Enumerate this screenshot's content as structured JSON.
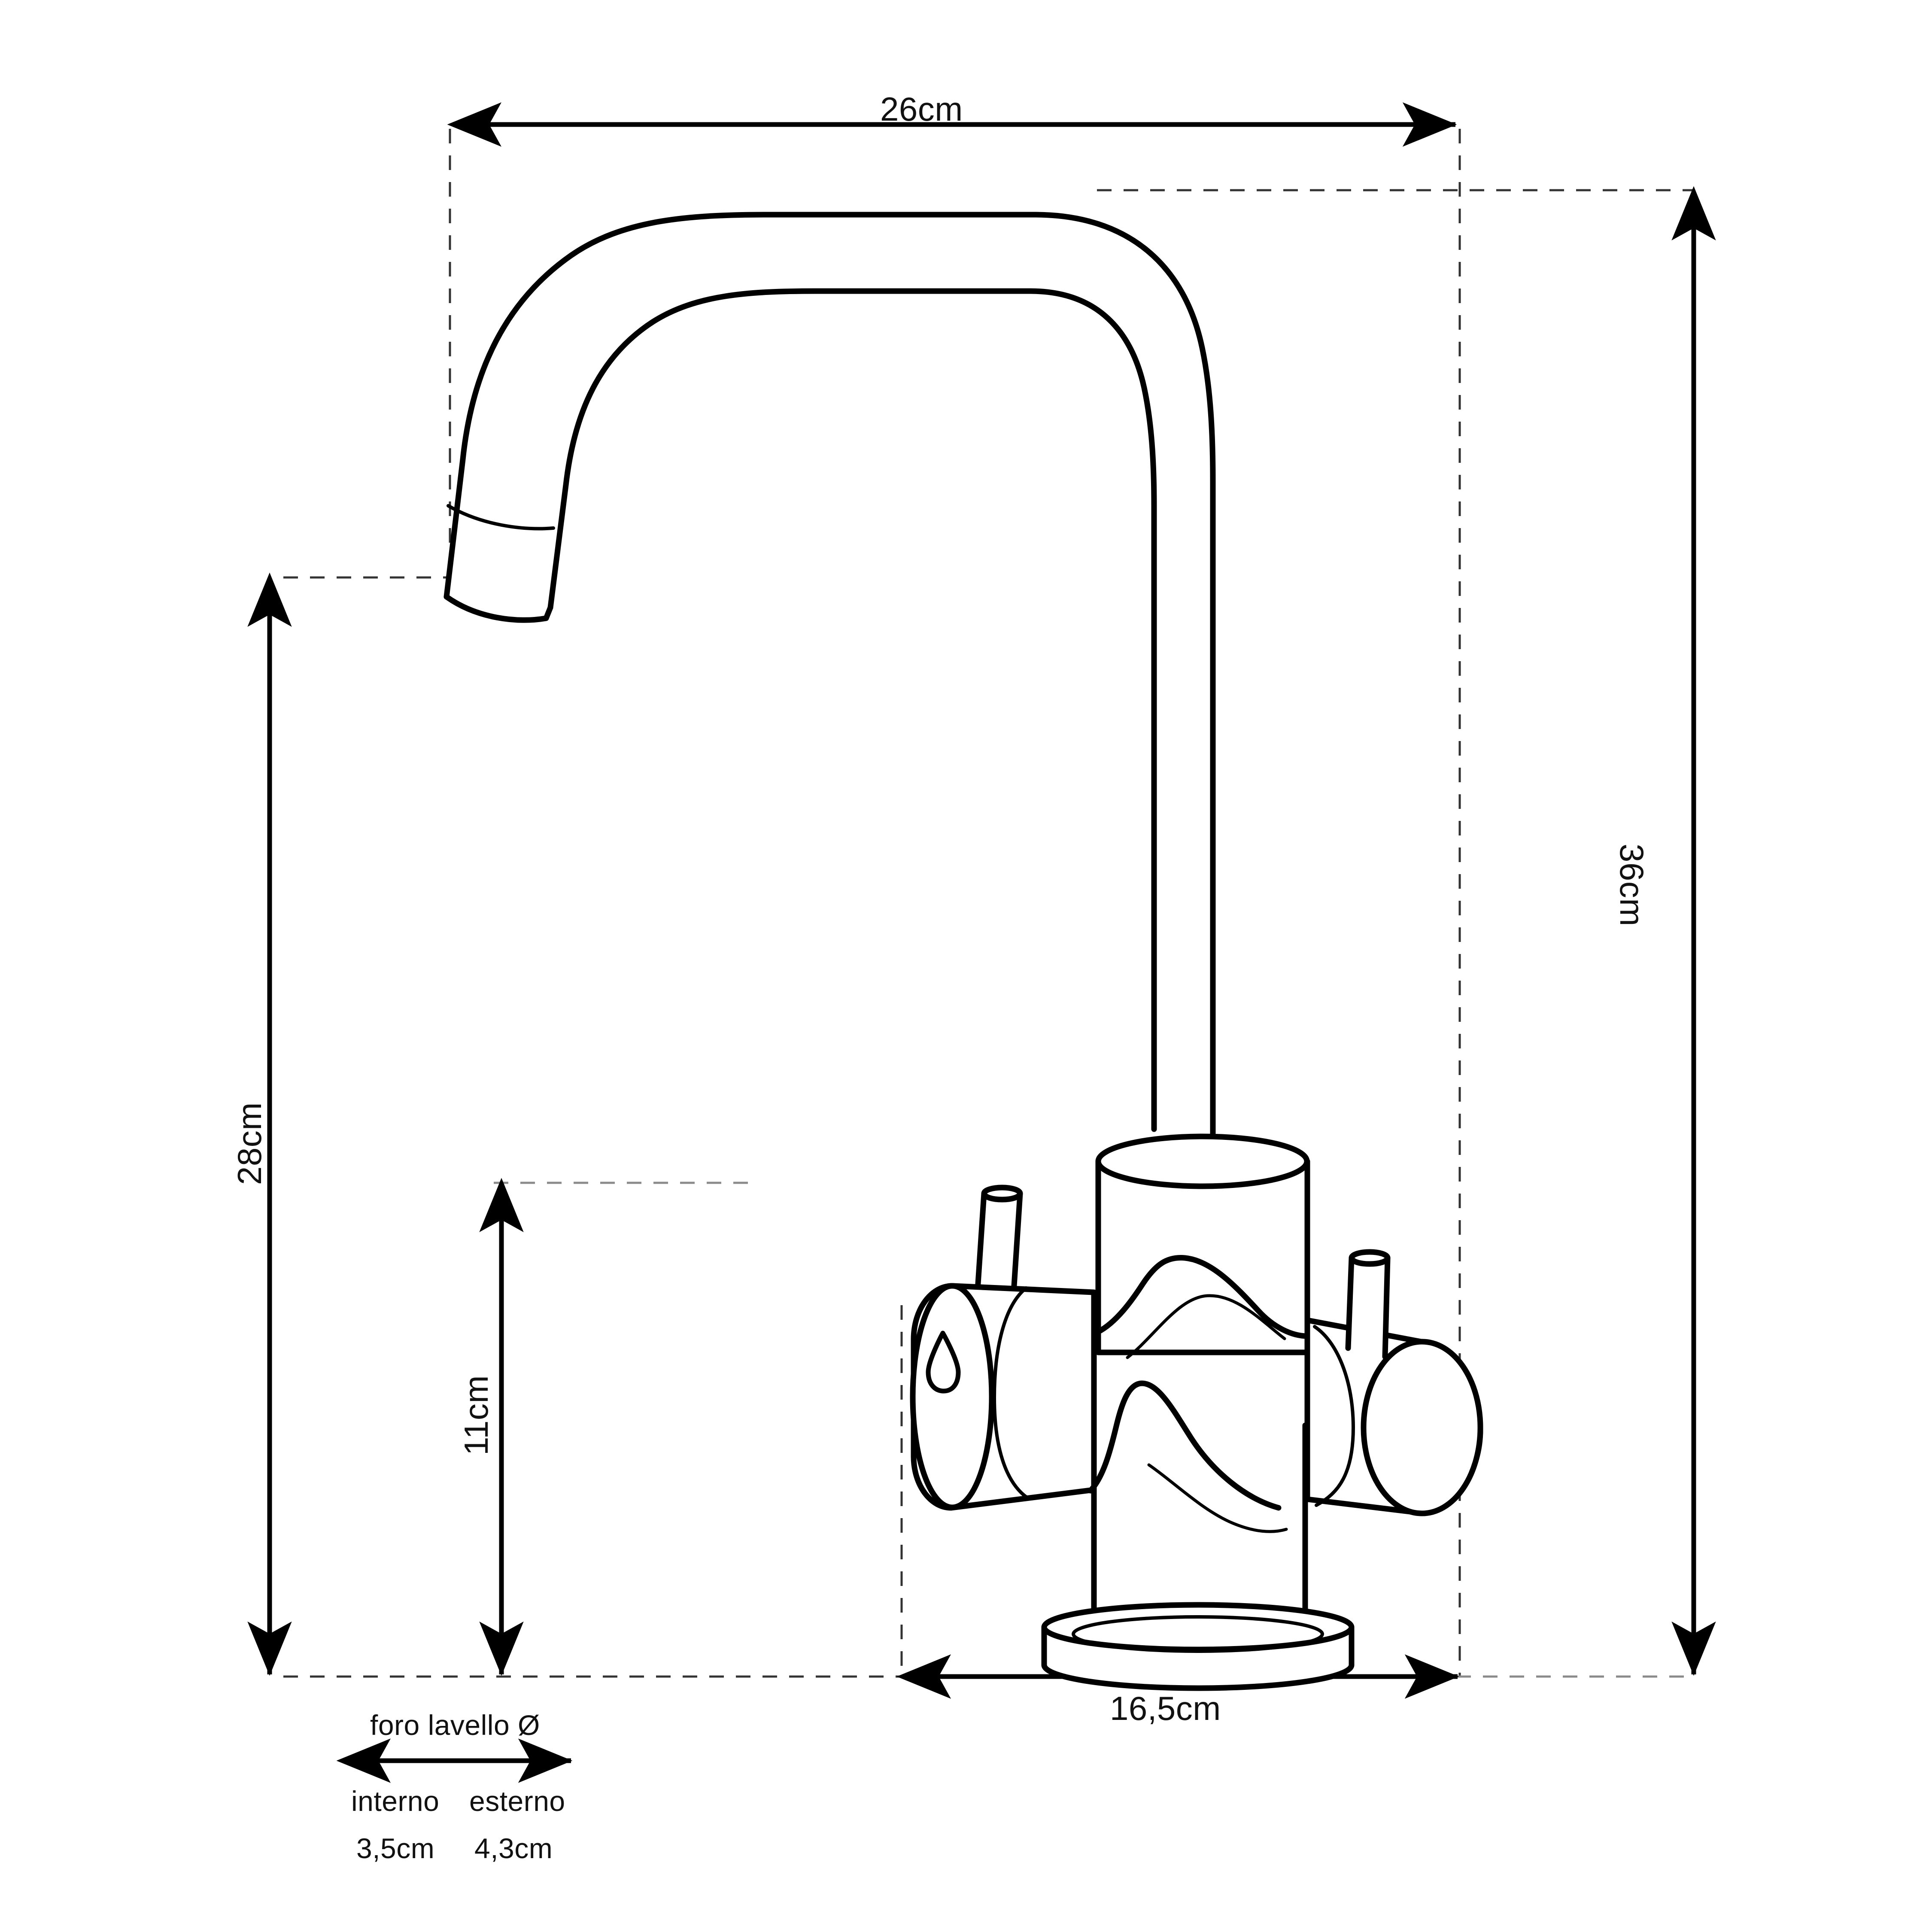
{
  "drawing": {
    "subject": "kitchen-mixer-faucet-technical-drawing",
    "units": "cm",
    "line_color": "#000000",
    "dashed_color": "#333333",
    "dashed_color_light": "#8a8a8a",
    "background": "#ffffff"
  },
  "dimensions": {
    "spout_reach": {
      "value": "26cm",
      "orientation": "horizontal",
      "position": "top"
    },
    "total_height": {
      "value": "36cm",
      "orientation": "vertical-rotated",
      "position": "right"
    },
    "spout_height": {
      "value": "28cm",
      "orientation": "vertical-rotated",
      "position": "left-outer"
    },
    "body_height": {
      "value": "11cm",
      "orientation": "vertical-rotated",
      "position": "left-inner"
    },
    "body_width": {
      "value": "16,5cm",
      "orientation": "horizontal",
      "position": "bottom"
    }
  },
  "sink_hole": {
    "caption": "foro lavello Ø",
    "inner_label": "interno",
    "inner_value": "3,5cm",
    "outer_label": "esterno",
    "outer_value": "4,3cm"
  },
  "icons": {
    "water_drop": "water-drop-icon",
    "arrow_head": "arrow-head-icon"
  }
}
